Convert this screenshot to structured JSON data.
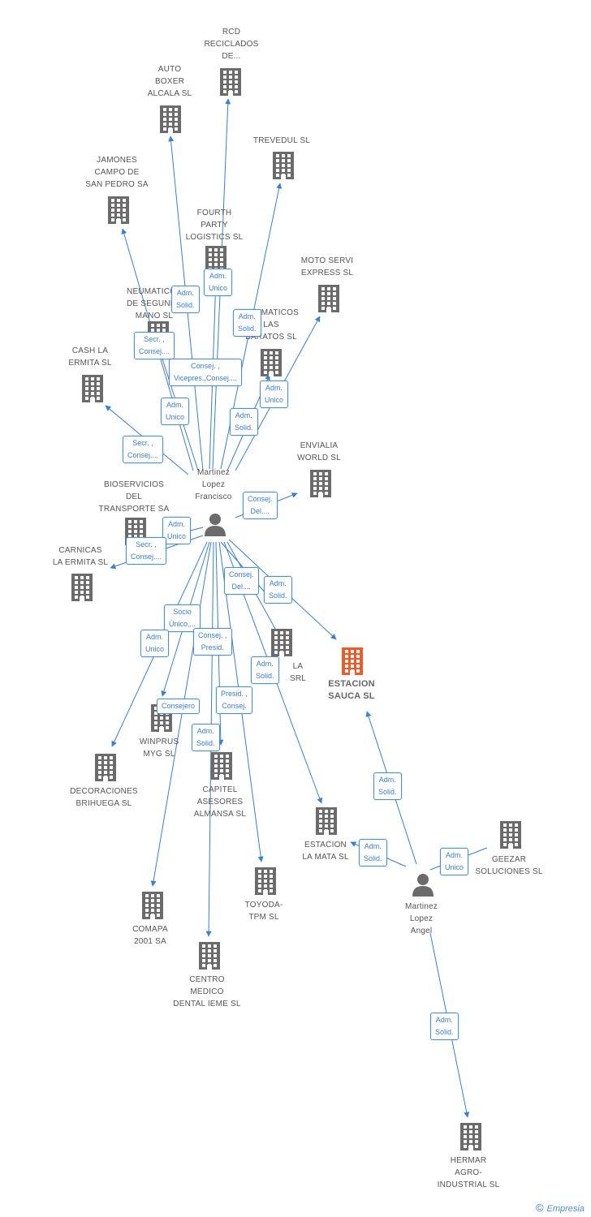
{
  "colors": {
    "building": "#6b6b6b",
    "highlight": "#f05a28",
    "link": "#3a7fd0"
  },
  "nodes": {
    "rcd": "RCD\nRECICLADOS\nDE...",
    "auto_boxer": "AUTO\nBOXER\nALCALA SL",
    "trevedul": "TREVEDUL SL",
    "jamones": "JAMONES\nCAMPO DE\nSAN PEDRO SA",
    "fourth": "FOURTH\nPARTY\nLOGISTICS SL",
    "moto_servi": "MOTO SERVI\nEXPRESS SL",
    "neumaticos_segunda": "NEUMATICOS\nDE SEGUNDA\nMANO SL",
    "neumaticos_baratos": "NEUMATICOS\nLAS\nBARATOS SL",
    "cash_ermita": "CASH LA\nERMITA SL",
    "envialia": "ENVIALIA\nWORLD SL",
    "bioservicios": "BIOSERVICIOS\nDEL\nTRANSPORTE SA",
    "carnicas": "CARNICAS\nLA ERMITA SL",
    "person_francisco": "Martinez\nLopez\nFrancisco",
    "estacion_sauca": "ESTACION\nSAUCA SL",
    "la_srl": "LA\nSRL",
    "winprus": "WINPRUS\nMYG SL",
    "decoraciones": "DECORACIONES\nBRIHUEGA SL",
    "capitel": "CAPITEL\nASESORES\nALMANSA SL",
    "estacion_mata": "ESTACION\nLA MATA SL",
    "geezar": "GEEZAR\nSOLUCIONES SL",
    "toyoda": "TOYODA-\nTPM SL",
    "comapa": "COMAPA\n2001 SA",
    "person_angel": "Martinez\nLopez\nAngel",
    "centro_medico": "CENTRO\nMEDICO\nDENTAL IEME SL",
    "hermar": "HERMAR\nAGRO-\nINDUSTRIAL SL"
  },
  "relations": {
    "r_adm_unico_rcd": "Adm.\nUnico",
    "r_adm_solid_auto": "Adm.\nSolid.",
    "r_adm_solid_trevedul": "Adm.\nSolid.",
    "r_secr_jamones": "Secr. ,\nConsej....",
    "r_consej_vicepres": "Consej. ,\nVicepres.,Consej....",
    "r_adm_unico_moto": "Adm.\nUnico",
    "r_adm_unico_neum": "Adm.\nUnico",
    "r_adm_solid_neum2": "Adm.\nSolid.",
    "r_secr_cash": "Secr. ,\nConsej....",
    "r_consej_del_envialia": "Consej.\nDel....",
    "r_adm_unico_bio": "Adm.\nUnico",
    "r_secr_carnicas": "Secr. ,\nConsej....",
    "r_consej_del_sauca": "Consej.\nDel....",
    "r_adm_solid_sauca": "Adm.\nSolid.",
    "r_socio_unico": "Socio\nÚnico,...",
    "r_adm_unico_deco": "Adm.\nUnico",
    "r_consej_presid": "Consej. ,\nPresid.",
    "r_adm_solid_la": "Adm.\nSolid.",
    "r_consejero": "Consejero",
    "r_presid_consej": "Presid. ,\nConsej.",
    "r_adm_solid_capitel": "Adm.\nSolid.",
    "r_adm_solid_angel_sauca": "Adm.\nSolid.",
    "r_adm_solid_angel_mata": "Adm.\nSolid.",
    "r_adm_unico_geezar": "Adm.\nUnico",
    "r_adm_solid_hermar": "Adm.\nSolid."
  },
  "footer": {
    "copyright": "©",
    "brand": "Empresia"
  }
}
